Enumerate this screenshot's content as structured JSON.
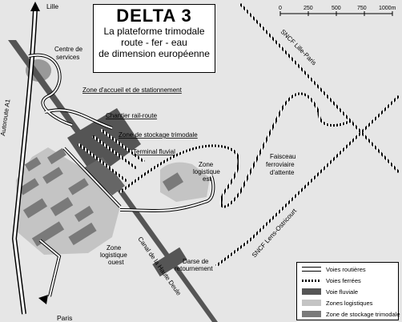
{
  "title": {
    "main": "DELTA 3",
    "subtitle_lines": [
      "La plateforme trimodale",
      "route - fer - eau",
      "de dimension européenne"
    ]
  },
  "scale": {
    "ticks": [
      "0",
      "250",
      "500",
      "750",
      "1000m"
    ]
  },
  "labels": {
    "lille": "Lille",
    "paris": "Paris",
    "autoroute": "Autoroute A1",
    "centre_services_1": "Centre de",
    "centre_services_2": "services",
    "zone_accueil": "Zone d'accueil et de stationnement",
    "chantier": "Chantier rail-route",
    "zone_stockage": "Zone de stockage trimodale",
    "terminal": "Terminal fluvial",
    "zone_log_est_1": "Zone",
    "zone_log_est_2": "logistique",
    "zone_log_est_3": "est",
    "faisceau_1": "Faisceau",
    "faisceau_2": "ferroviaire",
    "faisceau_3": "d'attente",
    "sncf_lille": "SNCF Lille-Paris",
    "sncf_lens": "SNCF Lens-Ostricourt",
    "zone_log_ouest_1": "Zone",
    "zone_log_ouest_2": "logistique",
    "zone_log_ouest_3": "ouest",
    "canal": "Canal de la Haute Deule",
    "darse_1": "Darse de",
    "darse_2": "retournement"
  },
  "legend": {
    "items": [
      {
        "symbol": "road",
        "label": "Voies routières"
      },
      {
        "symbol": "rail",
        "label": "Voies ferrées"
      },
      {
        "symbol": "water",
        "label": "Voie fluviale"
      },
      {
        "symbol": "logistics",
        "label": "Zones logistiques"
      },
      {
        "symbol": "storage",
        "label": "Zone de stockage trimodale"
      }
    ]
  },
  "colors": {
    "background": "#e6e6e6",
    "logistics_zone": "#c4c4c4",
    "building": "#7a7a7a",
    "canal": "#555555",
    "rail": "#000000",
    "road": "#ffffff"
  }
}
